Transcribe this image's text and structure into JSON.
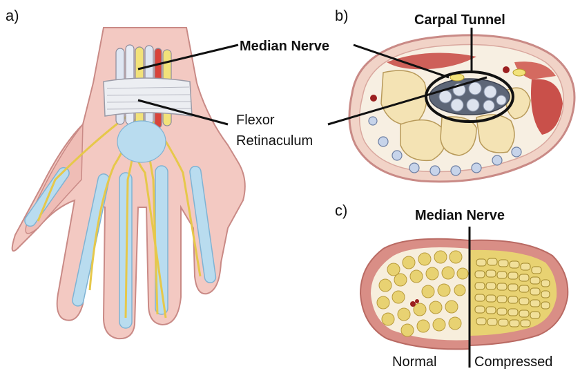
{
  "panels": {
    "a": "a)",
    "b": "b)",
    "c": "c)"
  },
  "labels": {
    "median_nerve_a": "Median Nerve",
    "flexor_line1": "Flexor",
    "flexor_line2": "Retinaculum",
    "carpal_tunnel": "Carpal Tunnel",
    "median_nerve_c": "Median Nerve",
    "normal": "Normal",
    "compressed": "Compressed"
  },
  "colors": {
    "skin": "#f3c9c2",
    "skin_edge": "#c98a86",
    "tendon": "#b9dcef",
    "nerve": "#f2e27a",
    "artery": "#d9433a",
    "bone": "#f4e3b4",
    "nerve_fascicle": "#e8d272"
  }
}
